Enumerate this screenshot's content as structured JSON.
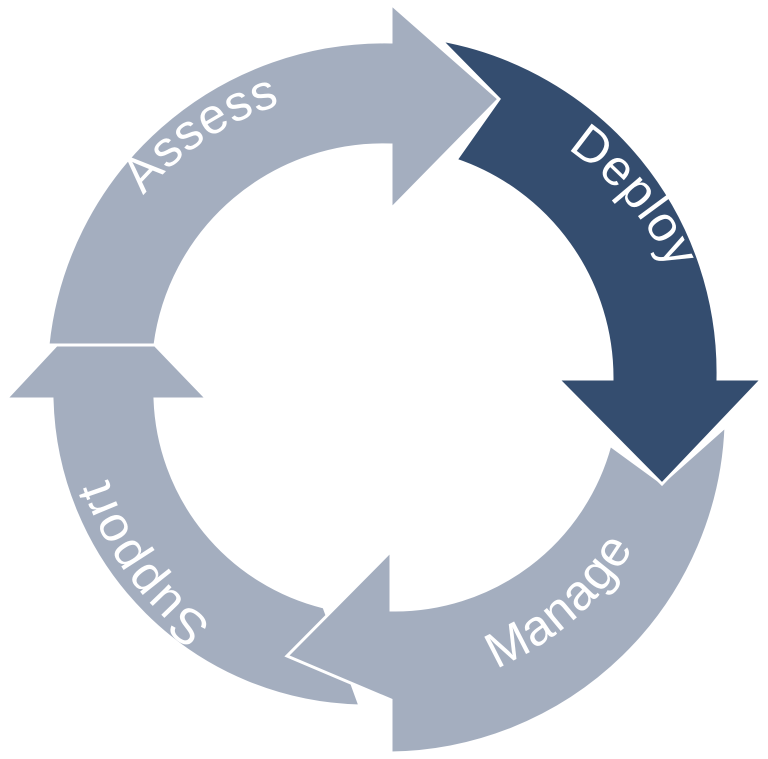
{
  "diagram": {
    "type": "cycle",
    "stages": [
      {
        "key": "assess",
        "label": "Assess",
        "color": "#a4aebf",
        "active": false
      },
      {
        "key": "deploy",
        "label": "Deploy",
        "color": "#344d6f",
        "active": true
      },
      {
        "key": "manage",
        "label": "Manage",
        "color": "#a4aebf",
        "active": false
      },
      {
        "key": "support",
        "label": "Support",
        "color": "#a4aebf",
        "active": false
      }
    ],
    "colors": {
      "active": "#344d6f",
      "inactive": "#a4aebf",
      "label": "#ffffff",
      "background": "#ffffff"
    }
  }
}
